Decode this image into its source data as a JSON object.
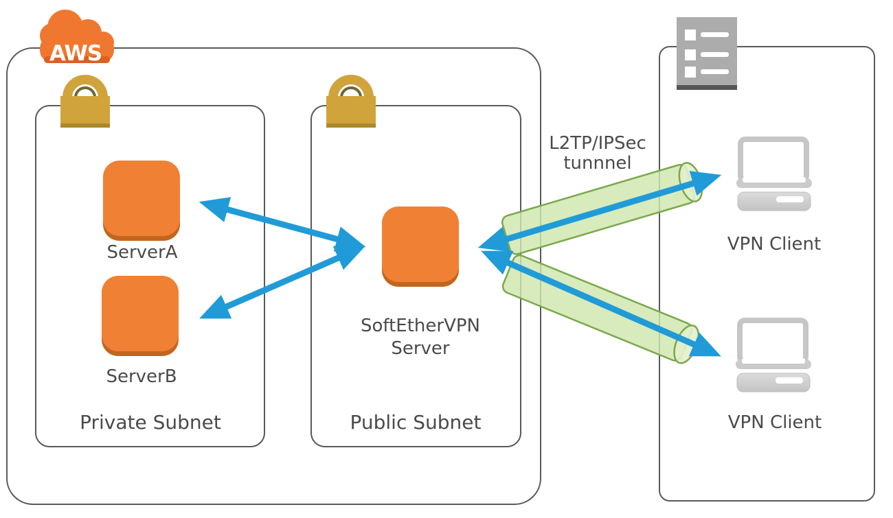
{
  "diagram": {
    "aws": {
      "label": "AWS"
    },
    "private_subnet": {
      "label": "Private Subnet",
      "server_a_label": "ServerA",
      "server_b_label": "ServerB"
    },
    "public_subnet": {
      "label": "Public Subnet",
      "vpn_server_label_line1": "SoftEtherVPN",
      "vpn_server_label_line2": "Server"
    },
    "tunnel": {
      "label_line1": "L2TP/IPSec",
      "label_line2": "tunnnel"
    },
    "clients": {
      "client1_label": "VPN Client",
      "client2_label": "VPN Client"
    },
    "colors": {
      "aws_orange": "#F08034",
      "aws_orange_shadow": "#C2661F",
      "cloud_orange": "#F0772F",
      "cloud_orange_shadow": "#DB6123",
      "lock_gold": "#D1A43B",
      "lock_gold_shadow": "#A9892B",
      "arrow_blue": "#209BD8",
      "tunnel_green_fill": "#CEE6AD",
      "tunnel_green_stroke": "#7AA84C",
      "box_border_gray": "#595959",
      "icon_gray": "#ACACAC",
      "laptop_gray": "#C6C6C6",
      "label_text": "#4A4A4A"
    }
  }
}
